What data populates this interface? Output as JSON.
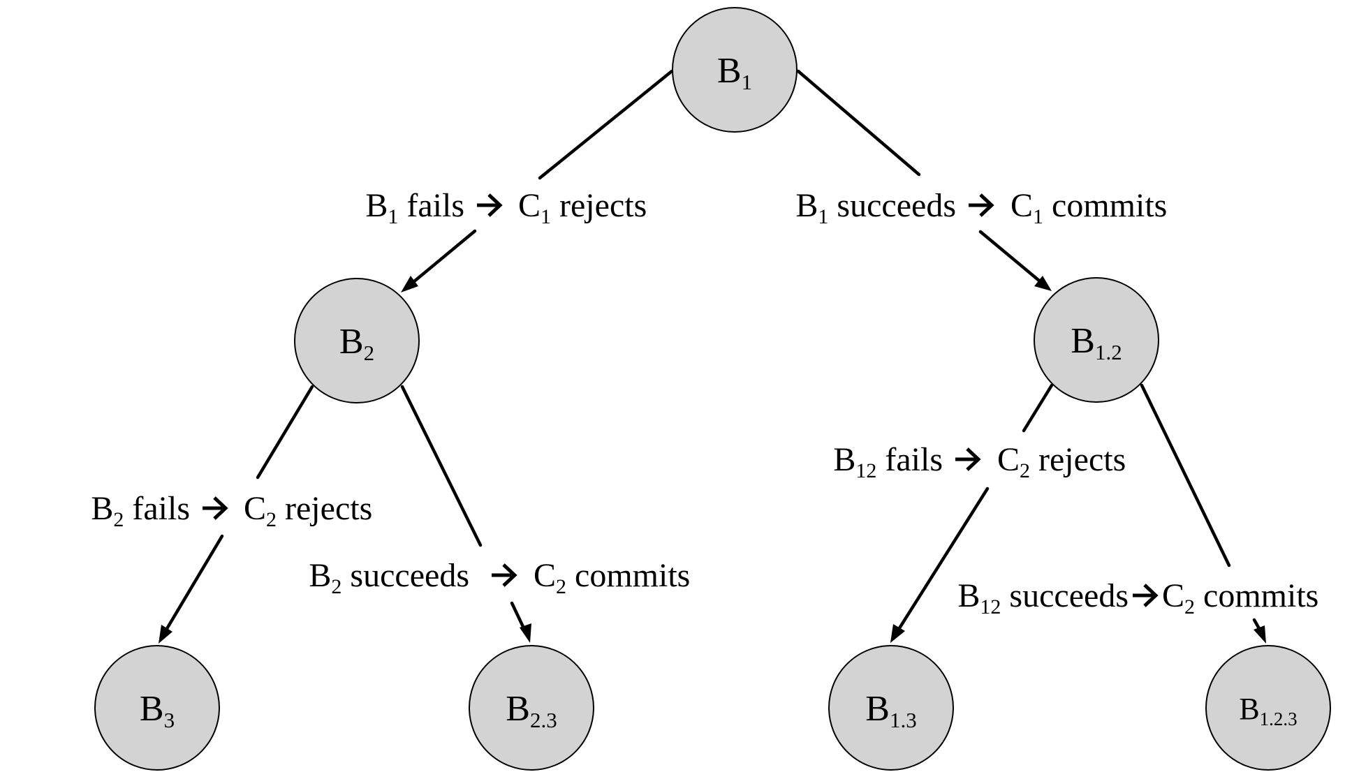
{
  "colors": {
    "node_fill": "#d3d3d3",
    "stroke": "#000000",
    "background": "#ffffff"
  },
  "nodes": [
    {
      "id": "b1",
      "letter": "B",
      "sub": "1"
    },
    {
      "id": "b2",
      "letter": "B",
      "sub": "2"
    },
    {
      "id": "b12",
      "letter": "B",
      "sub": "1.2"
    },
    {
      "id": "b3",
      "letter": "B",
      "sub": "3"
    },
    {
      "id": "b23",
      "letter": "B",
      "sub": "2.3"
    },
    {
      "id": "b13",
      "letter": "B",
      "sub": "1.3"
    },
    {
      "id": "b123",
      "letter": "B",
      "sub": "1.2.3"
    }
  ],
  "edges": [
    {
      "id": "b1-b2",
      "from": "b1",
      "to": "b2",
      "cond_letter": "B",
      "cond_sub": "1",
      "cond_rest": " fails",
      "result_letter": "C",
      "result_sub": "1",
      "result_rest": " rejects"
    },
    {
      "id": "b1-b12",
      "from": "b1",
      "to": "b12",
      "cond_letter": "B",
      "cond_sub": "1",
      "cond_rest": " succeeds",
      "result_letter": "C",
      "result_sub": "1",
      "result_rest": " commits"
    },
    {
      "id": "b2-b3",
      "from": "b2",
      "to": "b3",
      "cond_letter": "B",
      "cond_sub": "2",
      "cond_rest": " fails",
      "result_letter": "C",
      "result_sub": "2",
      "result_rest": " rejects"
    },
    {
      "id": "b2-b23",
      "from": "b2",
      "to": "b23",
      "cond_letter": "B",
      "cond_sub": "2",
      "cond_rest": " succeeds",
      "result_letter": "C",
      "result_sub": "2",
      "result_rest": " commits"
    },
    {
      "id": "b12-b13",
      "from": "b12",
      "to": "b13",
      "cond_letter": "B",
      "cond_sub": "12",
      "cond_rest": " fails",
      "result_letter": "C",
      "result_sub": "2",
      "result_rest": " rejects"
    },
    {
      "id": "b12-b123",
      "from": "b12",
      "to": "b123",
      "cond_letter": "B",
      "cond_sub": "12",
      "cond_rest": " succeeds",
      "result_letter": "C",
      "result_sub": "2",
      "result_rest": " commits"
    }
  ]
}
